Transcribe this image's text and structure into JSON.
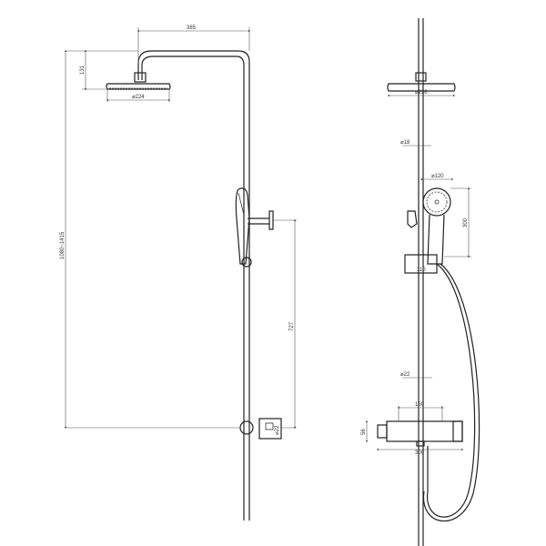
{
  "drawing": {
    "line_color": "#222222",
    "side_view": {
      "dimensions": {
        "arm_reach": "385",
        "head_drop": "131",
        "head_diameter": "⌀224",
        "total_height": "1080~1415",
        "holder_to_outlet": "727",
        "outlet_diameter": "⌀22"
      }
    },
    "front_view": {
      "dimensions": {
        "head_diameter": "⌀226",
        "pipe_diameter": "⌀18",
        "hand_shower_diameter": "⌀120",
        "hand_shower_length": "300",
        "holder_width": "110",
        "lower_pipe_diameter": "⌀22",
        "inlet_spacing": "150",
        "mixer_height": "56",
        "mixer_width": "300"
      }
    }
  }
}
